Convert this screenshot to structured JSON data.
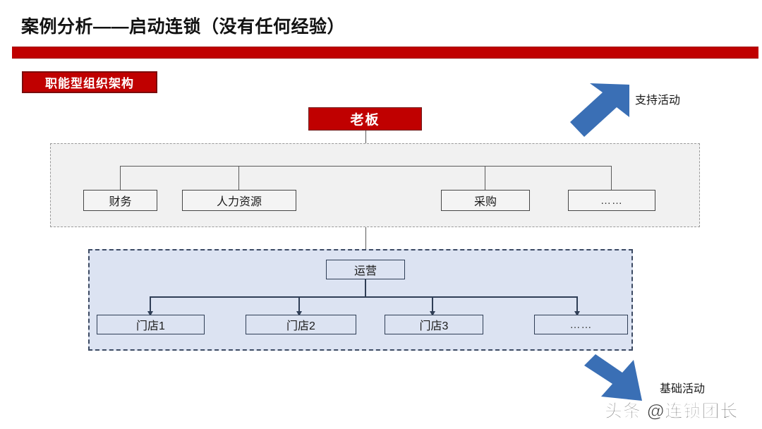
{
  "slide": {
    "title": "案例分析——启动连锁（没有任何经验）",
    "section_badge": "职能型组织架构",
    "accent_red": "#C00000",
    "accent_blue": "#3A6FB5",
    "support_fill": "#F1F1F1",
    "core_fill": "#DCE3F2"
  },
  "org_chart": {
    "root": {
      "label": "老板"
    },
    "support_group": {
      "label": "支持活动",
      "nodes": [
        {
          "label": "财务"
        },
        {
          "label": "人力资源"
        },
        {
          "label": "采购"
        },
        {
          "label": "……"
        }
      ]
    },
    "core_group": {
      "label": "基础活动",
      "manager": {
        "label": "运营"
      },
      "nodes": [
        {
          "label": "门店1"
        },
        {
          "label": "门店2"
        },
        {
          "label": "门店3"
        },
        {
          "label": "……"
        }
      ]
    }
  },
  "watermark": {
    "text": "头条 @连锁团长"
  }
}
